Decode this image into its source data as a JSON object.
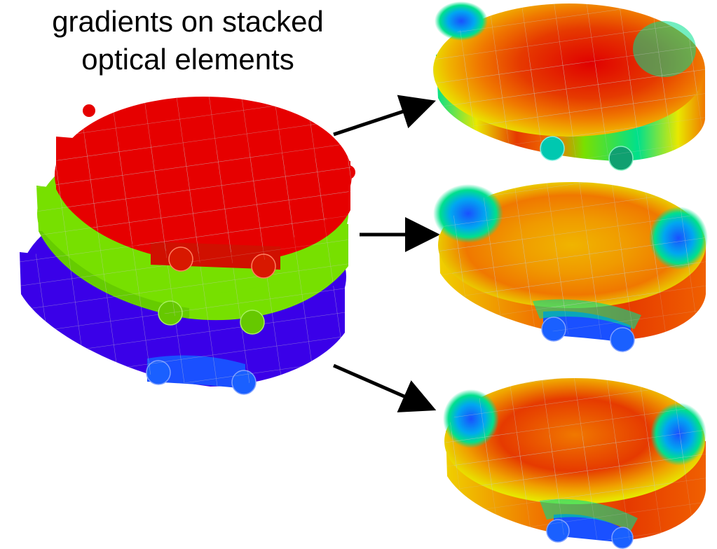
{
  "caption": {
    "line1": "gradients on stacked",
    "line2": "optical elements"
  },
  "diagram": {
    "layers": [
      {
        "name": "top",
        "color": "#e60000"
      },
      {
        "name": "middle",
        "color": "#77e000"
      },
      {
        "name": "bottom",
        "color": "#3a00e8"
      }
    ],
    "gradient_palette": [
      "#1a50ff",
      "#00c8e6",
      "#00e08c",
      "#7ae000",
      "#e8e800",
      "#f0b400",
      "#f07800",
      "#e63a00",
      "#e00000"
    ]
  }
}
